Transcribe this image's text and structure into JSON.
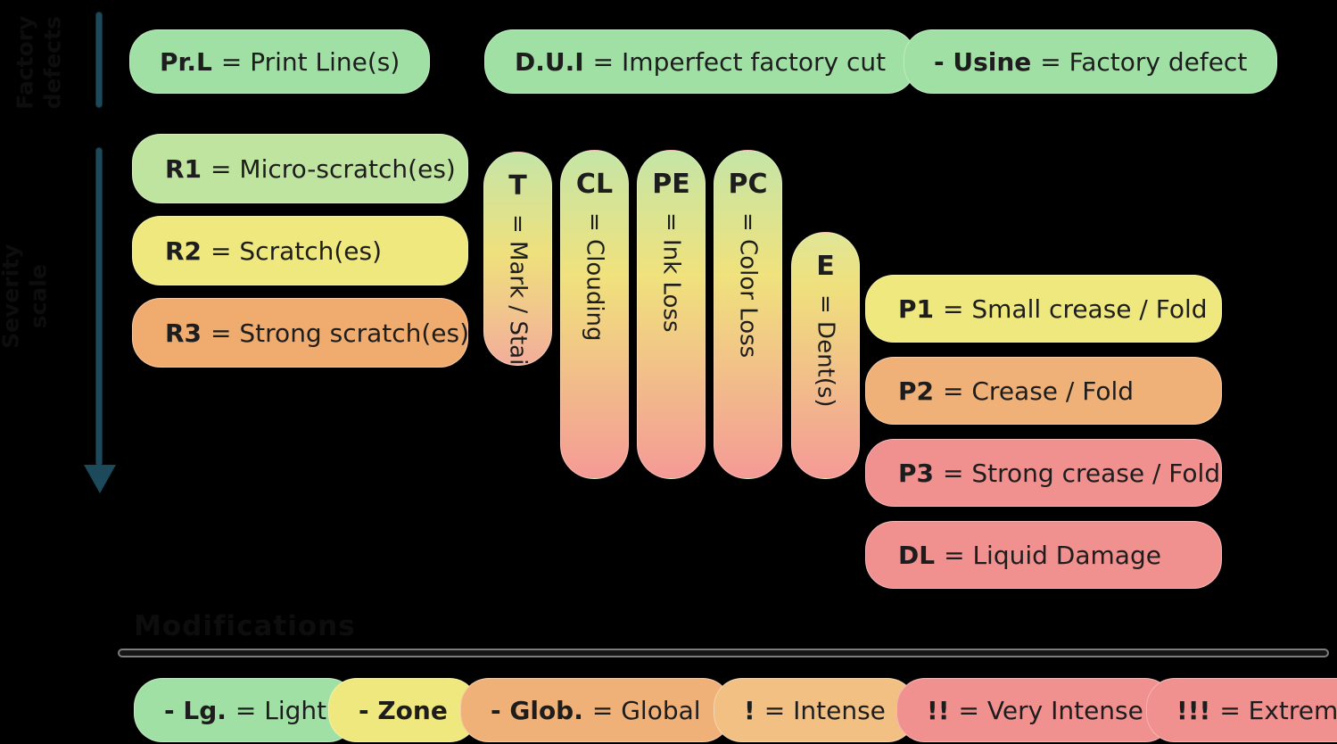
{
  "colors": {
    "background": "#000000",
    "green": "#a0e0a4",
    "light_green": "#bfe49f",
    "yellow": "#efe87e",
    "orange": "#f0ac6f",
    "orange_light": "#f0b178",
    "orange_sand": "#f2c083",
    "pink_red": "#f0908f",
    "gradient_top": "#c5e5a6",
    "gradient_mid": "#f0e27d",
    "gradient_bottom": "#f49a96",
    "arrow_teal": "#1c4a5a",
    "pill_text": "#1d1d1d"
  },
  "side": {
    "rotated_label_top": "Factory\ndefects",
    "rotated_label_severity": "Severity\nscale"
  },
  "factory_row": [
    {
      "code": "Pr.L",
      "desc": "= Print Line(s)"
    },
    {
      "code": "D.U.I",
      "desc": "= Imperfect factory cut"
    },
    {
      "code": "- Usine",
      "desc": "= Factory defect"
    }
  ],
  "scratch_column": [
    {
      "code": "R1",
      "desc": "= Micro-scratch(es)"
    },
    {
      "code": "R2",
      "desc": "= Scratch(es)"
    },
    {
      "code": "R3",
      "desc": "= Strong scratch(es)"
    }
  ],
  "vertical_pills": [
    {
      "code": "T",
      "desc": "= Mark / Stain"
    },
    {
      "code": "CL",
      "desc": "= Clouding"
    },
    {
      "code": "PE",
      "desc": "= Ink Loss"
    },
    {
      "code": "PC",
      "desc": "= Color Loss"
    },
    {
      "code": "E",
      "desc": "= Dent(s)"
    }
  ],
  "crease_column": [
    {
      "code": "P1",
      "desc": "= Small crease / Fold"
    },
    {
      "code": "P2",
      "desc": "= Crease / Fold"
    },
    {
      "code": "P3",
      "desc": "= Strong crease / Fold"
    },
    {
      "code": "DL",
      "desc": "= Liquid Damage"
    }
  ],
  "modifiers": {
    "heading": "Modifications",
    "items": [
      {
        "code": "- Lg.",
        "desc": "= Light"
      },
      {
        "code": "- Zone",
        "desc": ""
      },
      {
        "code": "- Glob.",
        "desc": "= Global"
      },
      {
        "code": "!",
        "desc": "= Intense"
      },
      {
        "code": "!!",
        "desc": "= Very Intense"
      },
      {
        "code": "!!!",
        "desc": "= Extreme"
      }
    ]
  }
}
